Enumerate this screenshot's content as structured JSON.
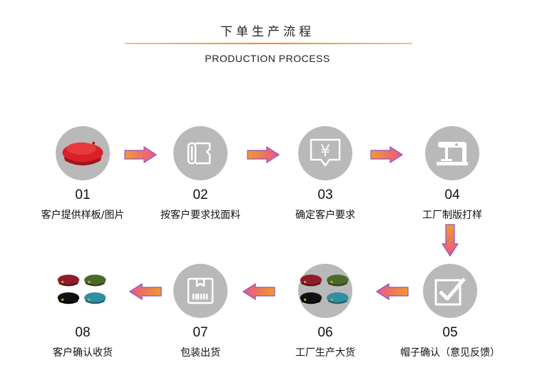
{
  "header": {
    "title": "下单生产流程",
    "subtitle": "PRODUCTION PROCESS"
  },
  "steps": [
    {
      "number": "01",
      "label": "客户提供样板/图片",
      "icon": "red-beret-icon"
    },
    {
      "number": "02",
      "label": "按客户要求找面料",
      "icon": "fabric-roll-icon"
    },
    {
      "number": "03",
      "label": "确定客户要求",
      "icon": "yen-message-icon"
    },
    {
      "number": "04",
      "label": "工厂制版打样",
      "icon": "sewing-machine-icon"
    },
    {
      "number": "05",
      "label": "帽子确认（意见反馈）",
      "icon": "checkbox-icon"
    },
    {
      "number": "06",
      "label": "工厂生产大货",
      "icon": "beret-group-icon"
    },
    {
      "number": "07",
      "label": "包装出货",
      "icon": "package-box-icon"
    },
    {
      "number": "08",
      "label": "客户确认收货",
      "icon": "beret-group-icon"
    }
  ],
  "colors": {
    "title_line": "#f08a1e",
    "circle": "#b9b9b9",
    "arrow_pink": "#e8548c",
    "arrow_orange": "#f39a2c",
    "arrow_outline": "#8a55c8",
    "beret_red": "#8f1d2a",
    "beret_green": "#4a6a2a",
    "beret_black": "#111111",
    "beret_teal": "#2f8fa3"
  }
}
